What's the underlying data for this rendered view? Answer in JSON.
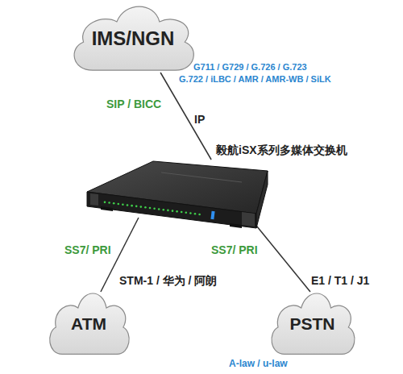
{
  "diagram": {
    "nodes": [
      {
        "text": [
          "IMS/NGN"
        ]
      },
      {
        "text": [
          "毅航iSX系列多媒体交换机"
        ]
      },
      {
        "text": [
          "ATM"
        ]
      },
      {
        "text": [
          "PSTN"
        ]
      }
    ],
    "edges": [
      {
        "from": 0,
        "to": 1,
        "arrow": "none"
      },
      {
        "from": 1,
        "to": 2,
        "arrow": "none"
      },
      {
        "from": 1,
        "to": 3,
        "arrow": "none"
      }
    ],
    "labels": [
      "G711 / G729 / G.726 / G.723",
      "G.722 / iLBC / AMR / AMR-WB / SiLK",
      "SIP / BICC",
      "IP",
      "SS7/ PRI",
      "STM-1 / 华为 / 阿朗",
      "SS7/ PRI",
      "E1 / T1 / J1",
      "A-law / u-law"
    ]
  }
}
